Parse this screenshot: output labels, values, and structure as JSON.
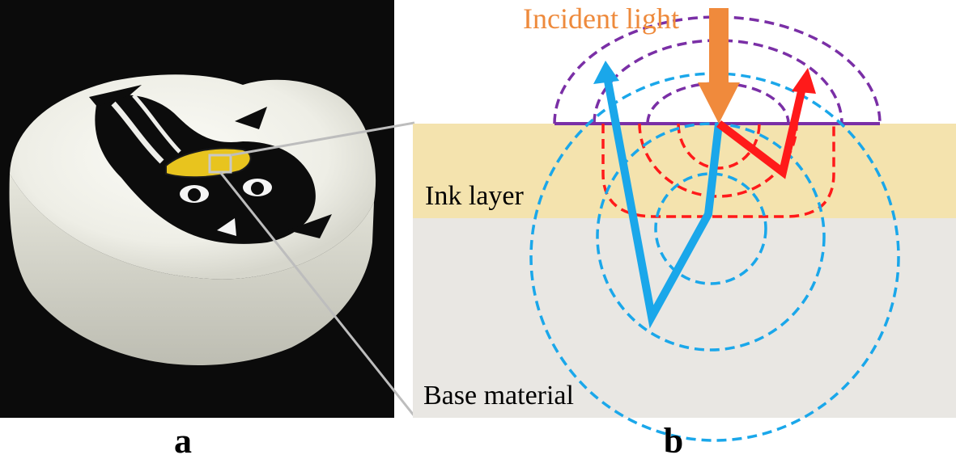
{
  "panels": {
    "a": {
      "label": "a"
    },
    "b": {
      "label": "b"
    }
  },
  "diagram": {
    "incident_light_label": "Incident light",
    "ink_layer_label": "Ink layer",
    "base_material_label": "Base material"
  },
  "colors": {
    "photo_background": "#0b0b0b",
    "ink_layer": "#f4e3ae",
    "base_material": "#e9e7e3",
    "incident_arrow": "#f08a3c",
    "incident_text": "#ee8a3c",
    "red_path": "#ff1a1a",
    "blue_path": "#1aa7ea",
    "purple_path": "#7a2fa6",
    "zoom_lines": "#bdbdbd"
  }
}
